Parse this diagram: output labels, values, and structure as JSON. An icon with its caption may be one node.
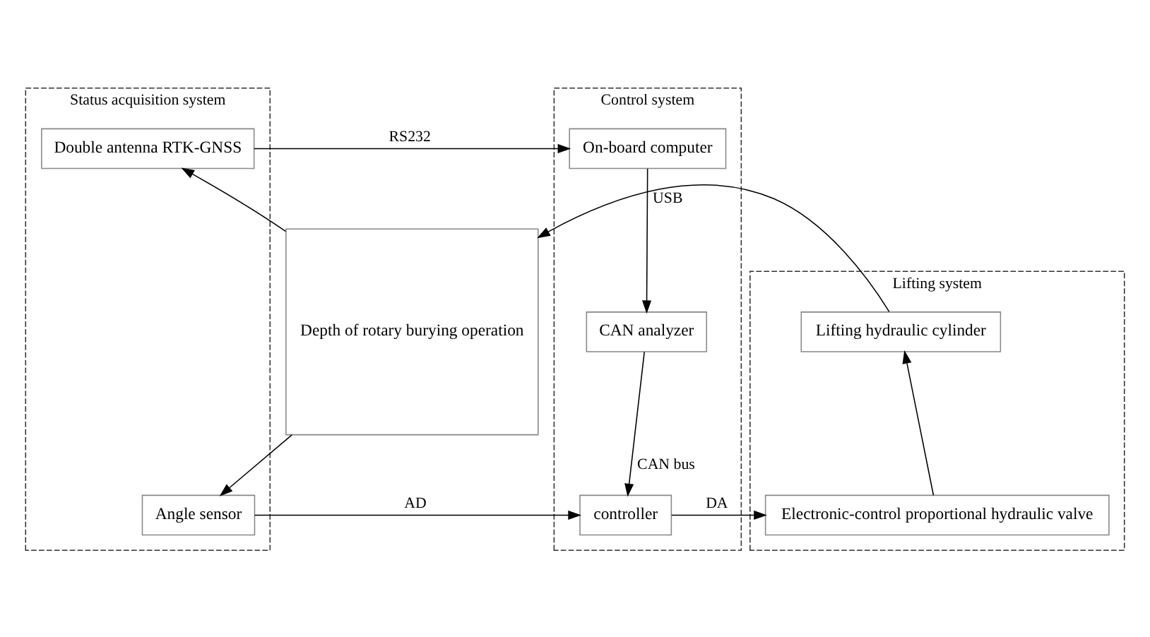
{
  "diagram": {
    "nodes": [
      {
        "text": [
          "Status acquisition system"
        ]
      },
      {
        "text": [
          "Double antenna RTK-GNSS"
        ],
        "in": 0
      },
      {
        "text": [
          "Angle sensor"
        ],
        "in": 0
      },
      {
        "text": [
          "Control system"
        ]
      },
      {
        "text": [
          "On-board computer"
        ],
        "in": 3
      },
      {
        "text": [
          "CAN analyzer"
        ],
        "in": 3
      },
      {
        "text": [
          "controller"
        ],
        "in": 3
      },
      {
        "text": [
          "Lifting system"
        ]
      },
      {
        "text": [
          "Lifting hydraulic cylinder"
        ],
        "in": 7
      },
      {
        "text": [
          "Electronic-control proportional hydraulic valve"
        ],
        "in": 7
      },
      {
        "text": [
          "Depth of rotary burying operation"
        ]
      }
    ],
    "edges": [
      {
        "from": 1,
        "to": 4,
        "arrow": "to",
        "label": "RS232"
      },
      {
        "from": 4,
        "to": 5,
        "arrow": "to",
        "label": "USB"
      },
      {
        "from": 5,
        "to": 6,
        "arrow": "to",
        "label": "CAN bus"
      },
      {
        "from": 2,
        "to": 6,
        "arrow": "to",
        "label": "AD"
      },
      {
        "from": 6,
        "to": 9,
        "arrow": "to",
        "label": "DA"
      },
      {
        "from": 9,
        "to": 8,
        "arrow": "to"
      },
      {
        "from": 8,
        "to": 10,
        "arrow": "to"
      },
      {
        "from": 10,
        "to": 1,
        "arrow": "to"
      },
      {
        "from": 10,
        "to": 2,
        "arrow": "to"
      }
    ]
  }
}
